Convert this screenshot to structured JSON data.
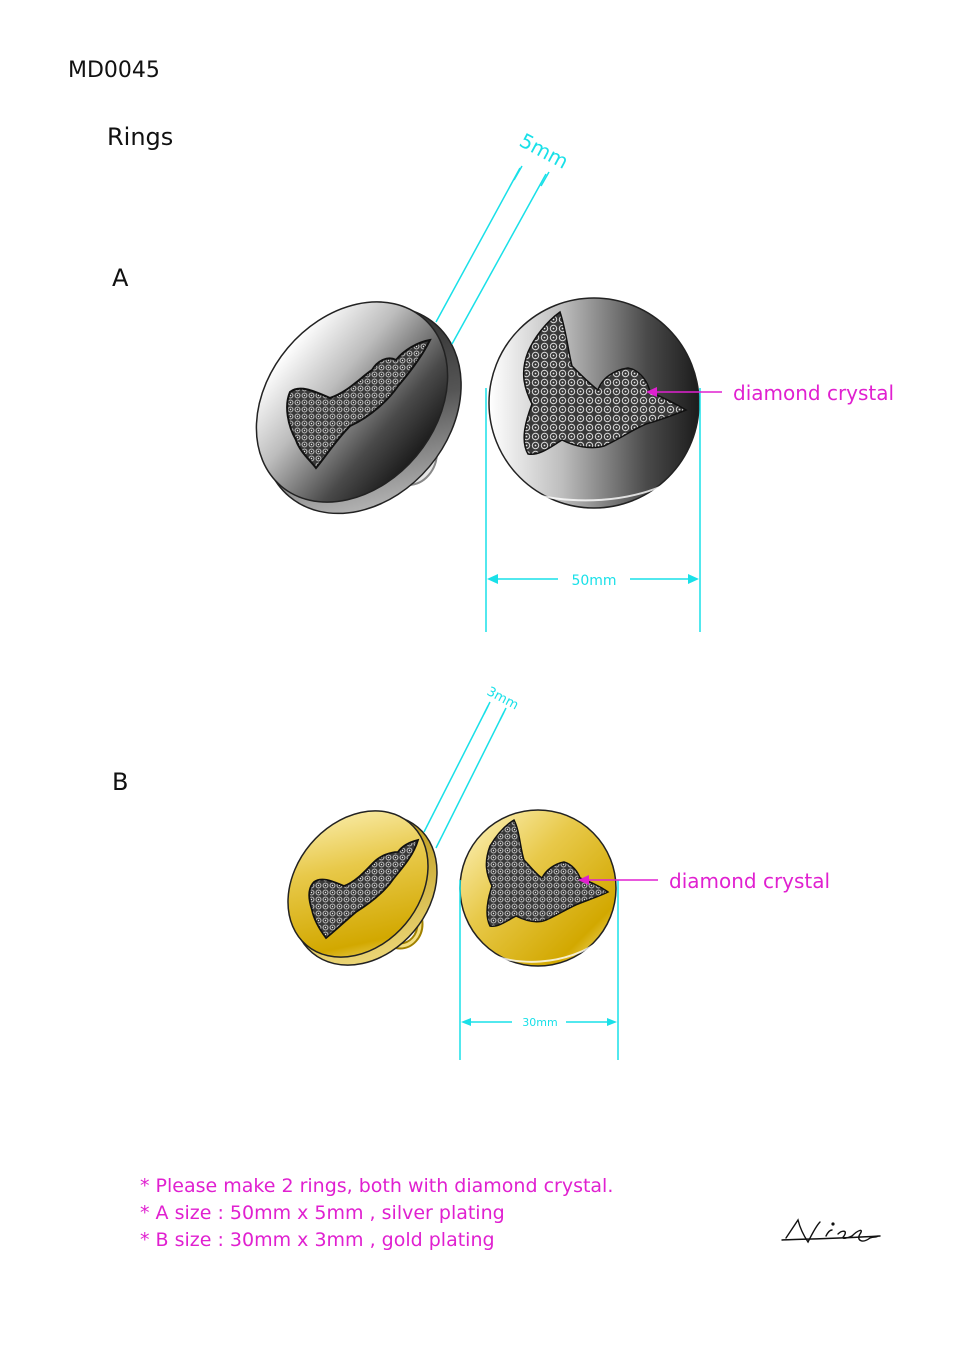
{
  "header": {
    "code": "MD0045",
    "title": "Rings"
  },
  "ring_a": {
    "label": "A",
    "thickness_label": "5mm",
    "callout": "diamond crystal",
    "width_label": "50mm"
  },
  "ring_b": {
    "label": "B",
    "thickness_label": "3mm",
    "callout": "diamond crystal",
    "width_label": "30mm"
  },
  "notes": [
    "* Please make 2 rings, both with diamond crystal.",
    "* A  size : 50mm x 5mm , silver plating",
    "* B  size : 30mm x 3mm , gold plating"
  ],
  "signature": "Nizs",
  "colors": {
    "dimension": "#19e0e8",
    "callout": "#e020d0",
    "silver_dark": "#2a2a2a",
    "gold": "#d8b000"
  }
}
